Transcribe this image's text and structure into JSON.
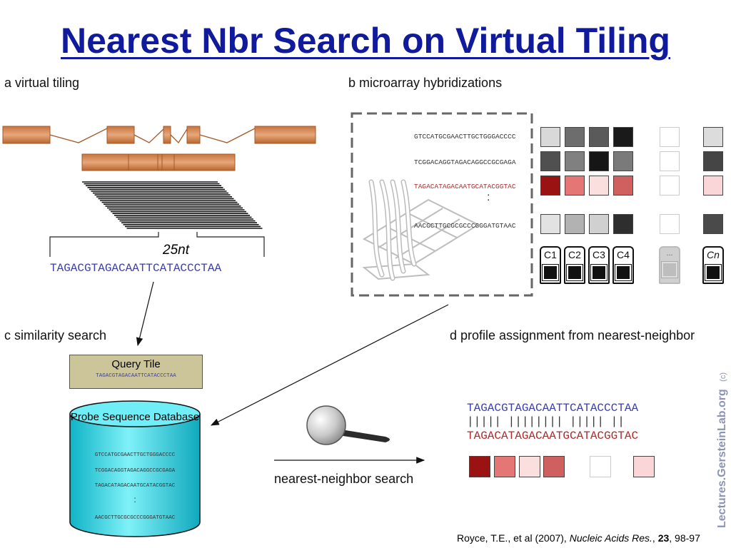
{
  "title": "Nearest Nbr Search on Virtual Tiling",
  "panels": {
    "a": "a virtual tiling",
    "b": "b microarray hybridizations",
    "c": "c similarity search",
    "d": "d profile assignment from nearest-neighbor"
  },
  "tiling": {
    "length_label": "25nt",
    "query_sequence": "TAGACGTAGACAATTCATACCCTAA"
  },
  "microarray": {
    "probe_sequences": [
      "GTCCATGCGAACTTGCTGGGACCCC",
      "TCGGACAGGTAGACAGGCCGCGAGA",
      "TAGACATAGACAATGCATACGGTAC",
      "AACGCTTGCGCGCCCGGGATGTAAC"
    ],
    "ellipsis": ":",
    "condition_labels": [
      "C1",
      "C2",
      "C3",
      "C4",
      "...",
      "Cn"
    ],
    "colors": {
      "row1": [
        "#d9d9d9",
        "#6d6d6d",
        "#5a5a5a",
        "#1a1a1a",
        "#ffffff",
        "#dcdcdc"
      ],
      "row2": [
        "#505050",
        "#808080",
        "#161616",
        "#7a7a7a",
        "#ffffff",
        "#454545"
      ],
      "row3": [
        "#9b1212",
        "#e57676",
        "#fbdede",
        "#d06060",
        "#ffffff",
        "#fbd6d8"
      ],
      "row4": [
        "#e2e2e2",
        "#b2b2b2",
        "#d0d0d0",
        "#2e2e2e",
        "#ffffff",
        "#4a4a4a"
      ]
    }
  },
  "search": {
    "query_tile_label": "Query Tile",
    "query_tile_sequence": "TAGACGTAGACAATTCATACCCTAA",
    "database_label": "Probe Sequence Database",
    "database_sequences": [
      "GTCCATGCGAACTTGCTGGGACCCC",
      "TCGGACAGGTAGACAGGCCGCGAGA",
      "TAGACATAGACAATGCATACGGTAC",
      "AACGCTTGCGCGCCCGGGATGTAAC"
    ],
    "database_ellipsis": ":",
    "arrow_label": "nearest-neighbor search"
  },
  "assignment": {
    "query_sequence": "TAGACGTAGACAATTCATACCCTAA",
    "match_line": "|||||  ||||||||  |||||   ||",
    "neighbor_sequence": "TAGACATAGACAATGCATACGGTAC",
    "profile_colors": [
      "#9b1212",
      "#e57676",
      "#fbdede",
      "#d06060",
      "#ffffff",
      "#fbd6d8"
    ]
  },
  "citation": {
    "authors": "Royce, T.E., et al (2007), ",
    "journal": "Nucleic Acids Res.",
    "sep": ", ",
    "volume": "23",
    "pages": ", 98-97"
  },
  "watermark": {
    "site": "Lectures.GersteinLab.org",
    "copyright": "(c)"
  }
}
